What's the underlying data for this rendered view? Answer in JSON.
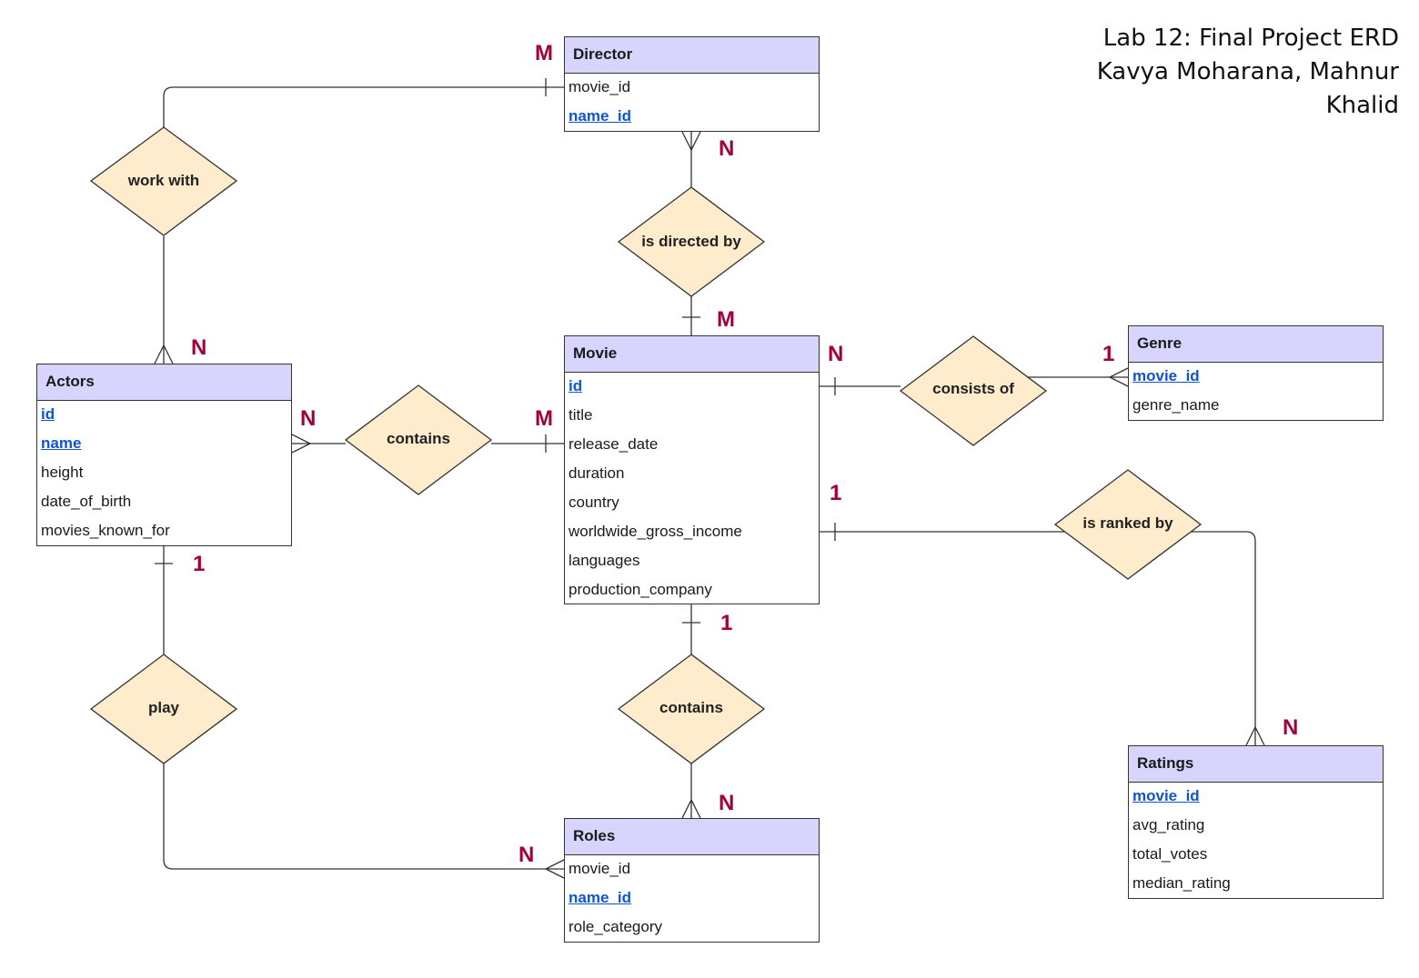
{
  "title_lines": [
    "Lab 12: Final Project ERD",
    "Kavya Moharana, Mahnur",
    "Khalid"
  ],
  "colors": {
    "entity_header": "#d7d5fd",
    "relationship_fill": "#feeccc",
    "key_attribute": "#1155cc",
    "cardinality": "#a0003c",
    "line": "#333333"
  },
  "entities": {
    "director": {
      "name": "Director",
      "attributes": [
        {
          "text": "movie_id",
          "key": false
        },
        {
          "text": "name_id",
          "key": true
        }
      ]
    },
    "movie": {
      "name": "Movie",
      "attributes": [
        {
          "text": "id",
          "key": true
        },
        {
          "text": "title",
          "key": false
        },
        {
          "text": "release_date",
          "key": false
        },
        {
          "text": "duration",
          "key": false
        },
        {
          "text": "country",
          "key": false
        },
        {
          "text": "worldwide_gross_income",
          "key": false
        },
        {
          "text": "languages",
          "key": false
        },
        {
          "text": "production_company",
          "key": false
        }
      ]
    },
    "actors": {
      "name": "Actors",
      "attributes": [
        {
          "text": "id",
          "key": true
        },
        {
          "text": "name",
          "key": true
        },
        {
          "text": "height",
          "key": false
        },
        {
          "text": "date_of_birth",
          "key": false
        },
        {
          "text": "movies_known_for",
          "key": false
        }
      ]
    },
    "genre": {
      "name": "Genre",
      "attributes": [
        {
          "text": "movie_id",
          "key": true
        },
        {
          "text": "genre_name",
          "key": false
        }
      ]
    },
    "ratings": {
      "name": "Ratings",
      "attributes": [
        {
          "text": "movie_id",
          "key": true
        },
        {
          "text": "avg_rating",
          "key": false
        },
        {
          "text": "total_votes",
          "key": false
        },
        {
          "text": "median_rating",
          "key": false
        }
      ]
    },
    "roles": {
      "name": "Roles",
      "attributes": [
        {
          "text": "movie_id",
          "key": false
        },
        {
          "text": "name_id",
          "key": true
        },
        {
          "text": "role_category",
          "key": false
        }
      ]
    }
  },
  "relationships": {
    "work_with": "work with",
    "is_directed_by": "is directed by",
    "contains_actors": "contains",
    "consists_of": "consists of",
    "is_ranked_by": "is ranked by",
    "play": "play",
    "contains_roles": "contains"
  },
  "cardinalities": {
    "director_work_with": "M",
    "director_is_directed_by": "N",
    "movie_is_directed_by": "M",
    "actors_work_with": "N",
    "actors_contains": "N",
    "movie_contains": "M",
    "movie_consists_of": "N",
    "genre_consists_of": "1",
    "movie_is_ranked_by": "1",
    "actors_play": "1",
    "movie_contains_roles": "1",
    "ratings_is_ranked_by": "N",
    "roles_contains": "N",
    "roles_play": "N"
  }
}
